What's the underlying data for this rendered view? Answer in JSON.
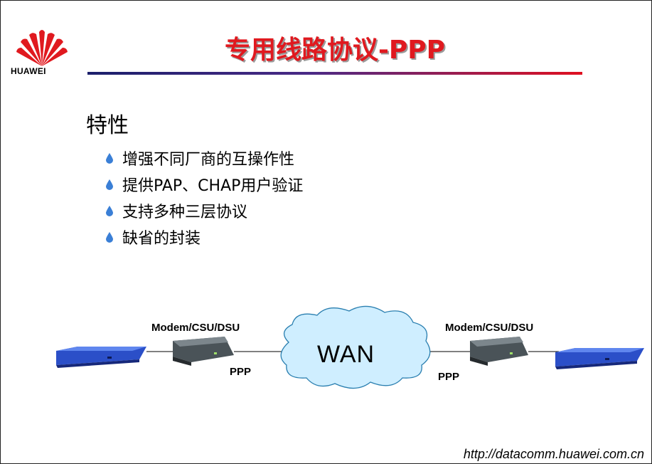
{
  "logo": {
    "brand": "HUAWEI"
  },
  "title": "专用线路协议-PPP",
  "heading": "特性",
  "bullets": [
    "增强不同厂商的互操作性",
    "提供PAP、CHAP用户验证",
    "支持多种三层协议",
    "缺省的封装"
  ],
  "diagram": {
    "left_modem_label": "Modem/CSU/DSU",
    "right_modem_label": "Modem/CSU/DSU",
    "left_link_label": "PPP",
    "right_link_label": "PPP",
    "cloud_label": "WAN"
  },
  "footer_url": "http://datacomm.huawei.com.cn",
  "colors": {
    "title": "#e0191f",
    "router": "#2b4fc8",
    "cloud": "#cfeeff",
    "bullet": "#3a7fd6"
  }
}
